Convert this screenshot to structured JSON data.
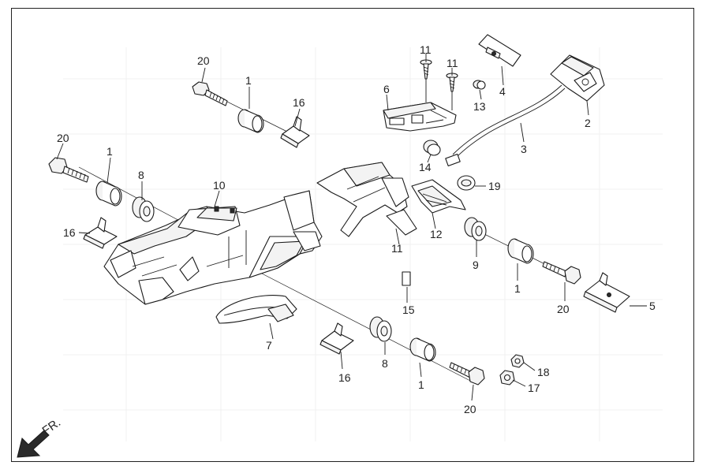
{
  "diagram": {
    "direction_label": "FR.",
    "labels": {
      "l1a": "1",
      "l1b": "1",
      "l1c": "1",
      "l1d": "1",
      "l2": "2",
      "l3": "3",
      "l4": "4",
      "l5": "5",
      "l6": "6",
      "l7": "7",
      "l8a": "8",
      "l8b": "8",
      "l9": "9",
      "l10": "10",
      "l11a": "11",
      "l11b": "11",
      "l11c": "11",
      "l12": "12",
      "l13": "13",
      "l14": "14",
      "l15": "15",
      "l16a": "16",
      "l16b": "16",
      "l16c": "16",
      "l17": "17",
      "l18": "18",
      "l19": "19",
      "l20a": "20",
      "l20b": "20",
      "l20c": "20",
      "l20d": "20"
    }
  }
}
